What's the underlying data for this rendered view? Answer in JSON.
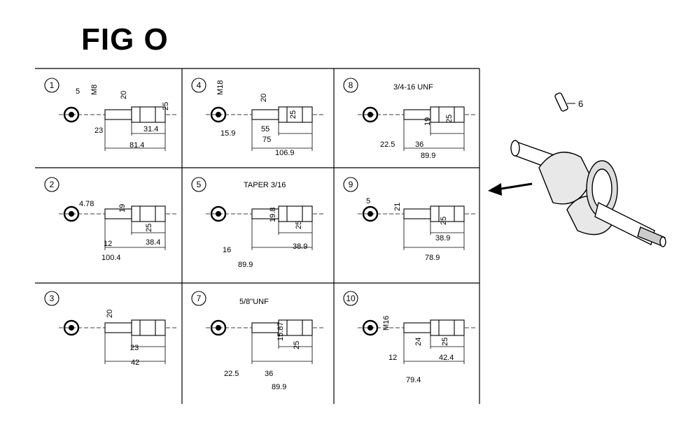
{
  "figure": {
    "title": "FIG O"
  },
  "callout_part": "6",
  "cells": [
    {
      "num": "1",
      "labels": [
        "5",
        "M8",
        "20",
        "25",
        "23",
        "31.4",
        "81.4"
      ]
    },
    {
      "num": "4",
      "labels": [
        "M18",
        "20",
        "25",
        "15.9",
        "55",
        "75",
        "106.9"
      ]
    },
    {
      "num": "8",
      "labels": [
        "3/4-16 UNF",
        "19",
        "25",
        "22.5",
        "36",
        "89.9"
      ]
    },
    {
      "num": "2",
      "labels": [
        "4.78",
        "19",
        "25",
        "12",
        "38.4",
        "100.4"
      ]
    },
    {
      "num": "5",
      "labels": [
        "TAPER 3/16",
        "19.8",
        "25",
        "16",
        "38.9",
        "89.9"
      ]
    },
    {
      "num": "9",
      "labels": [
        "5",
        "21",
        "25",
        "38.9",
        "78.9"
      ]
    },
    {
      "num": "3",
      "labels": [
        "20",
        "23",
        "42"
      ]
    },
    {
      "num": "7",
      "labels": [
        "5/8\"UNF",
        "15.87",
        "25",
        "22.5",
        "36",
        "89.9"
      ]
    },
    {
      "num": "10",
      "labels": [
        "M16",
        "24",
        "25",
        "12",
        "42.4",
        "79.4"
      ]
    }
  ]
}
